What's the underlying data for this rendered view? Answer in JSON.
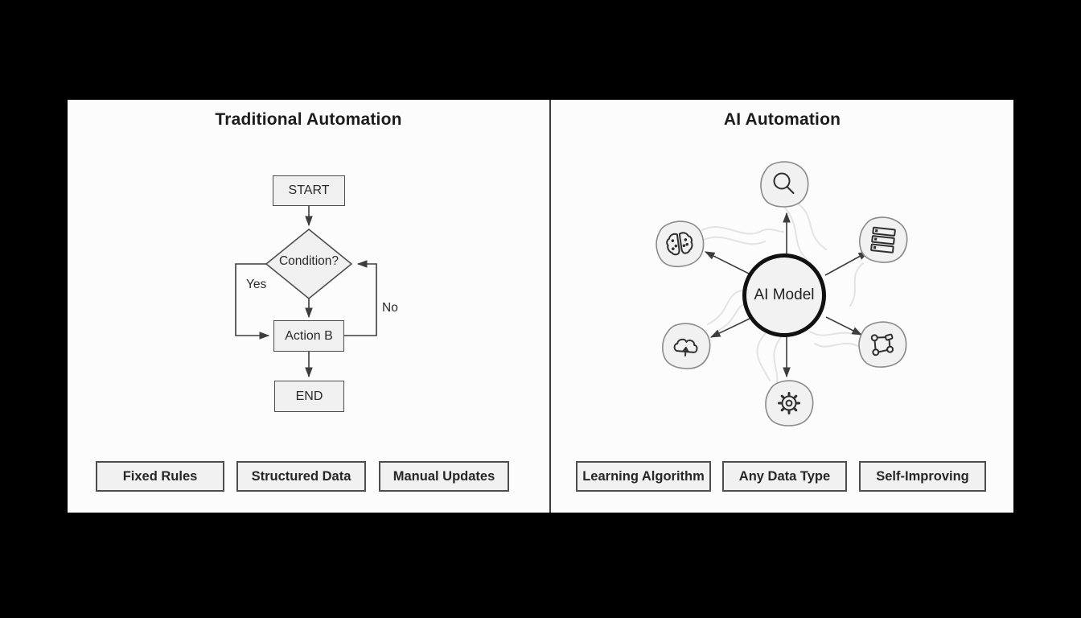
{
  "colors": {
    "background": "#000000",
    "panel": "#fcfcfc",
    "box_fill": "#f0f0f0",
    "box_border": "#4d4d4d",
    "arrow": "#3d3d3d",
    "circle_border": "#111111",
    "blob_fill": "#f1f1f1",
    "squiggle": "#e3e3e3"
  },
  "left_panel": {
    "title": "Traditional Automation",
    "flowchart": {
      "start_label": "START",
      "condition_label": "Condition?",
      "yes_label": "Yes",
      "no_label": "No",
      "action_label": "Action B",
      "end_label": "END"
    },
    "features": [
      "Fixed Rules",
      "Structured Data",
      "Manual Updates"
    ]
  },
  "right_panel": {
    "title": "AI Automation",
    "center_label": "AI Model",
    "node_icons": [
      "search-icon",
      "brain-icon",
      "data-list-icon",
      "cloud-upload-icon",
      "workflow-icon",
      "gear-icon"
    ],
    "features": [
      "Learning Algorithm",
      "Any Data Type",
      "Self-Improving"
    ]
  }
}
